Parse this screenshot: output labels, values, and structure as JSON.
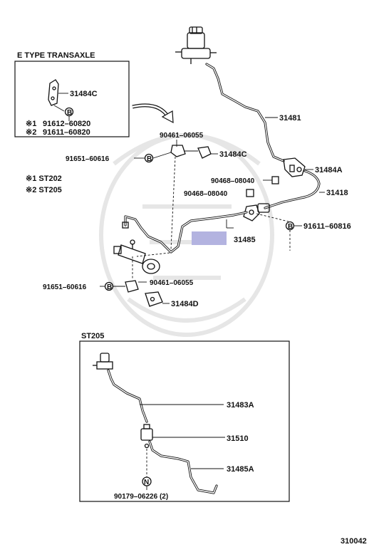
{
  "diagram_id": "310042",
  "inset_e_type": {
    "title": "E TYPE TRANSAXLE",
    "part_label": "31484C",
    "bolt_mark": "B",
    "ref1_mark": "※1",
    "ref1_part": "91612–60820",
    "ref2_mark": "※2",
    "ref2_part": "91611–60820"
  },
  "legend": {
    "ref1": "※1 ST202",
    "ref2": "※2 ST205"
  },
  "main_labels": {
    "reservoir_line": "31481",
    "clip_top": "90461–06055",
    "bolt_left_top": "91651–60616",
    "bracket_c": "31484C",
    "clip_a_upper": "90468–08040",
    "clip_a_lower": "90468–08040",
    "bracket_a": "31484A",
    "hose": "31418",
    "tube": "31485",
    "bolt_right": "91611–60816",
    "bolt_left_bottom": "91651–60616",
    "clip_bottom": "90461–06055",
    "bracket_d": "31484D",
    "bolt_mark": "B"
  },
  "inset_st205": {
    "title": "ST205",
    "tube_a": "31483A",
    "cylinder": "31510",
    "tube_b": "31485A",
    "nut_mark": "N",
    "nut_part": "90179–06226 (2)"
  },
  "highlight_color": "#b3b3e0"
}
